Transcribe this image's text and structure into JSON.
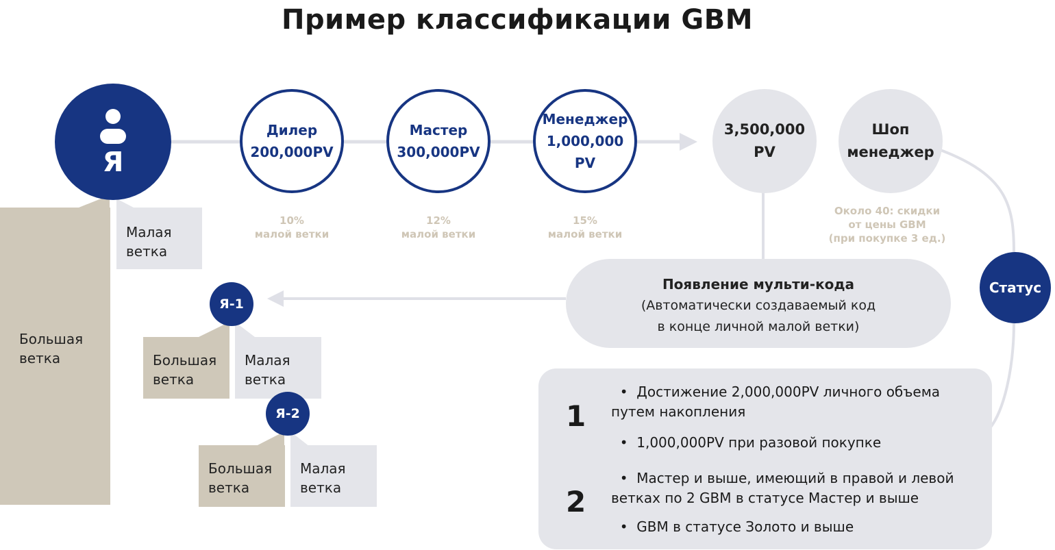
{
  "title": "Пример классификации GBM",
  "me": {
    "label": "Я",
    "icon": "person-icon"
  },
  "steps": [
    {
      "name": "Дилер",
      "pv": "200,000PV",
      "pct": "10%",
      "pct_note": "малой ветки"
    },
    {
      "name": "Мастер",
      "pv": "300,000PV",
      "pct": "12%",
      "pct_note": "малой ветки"
    },
    {
      "name": "Менеджер",
      "pv": "1,000,000",
      "pv2": "PV",
      "pct": "15%",
      "pct_note": "малой ветки"
    }
  ],
  "pv_goal": {
    "line1": "3,500,000",
    "line2": "PV"
  },
  "shop": {
    "line1": "Шоп",
    "line2": "менеджер",
    "note1": "Около 40: скидки",
    "note2": "от цены GBM",
    "note3": "(при покупке 3 ед.)"
  },
  "status_label": "Статус",
  "branches": {
    "big_l1": "Большая",
    "big_l2": "ветка",
    "small_l1": "Малая",
    "small_l2": "ветка"
  },
  "sub_nodes": [
    "Я-1",
    "Я-2"
  ],
  "multi_code": {
    "heading": "Появление мульти-кода",
    "line1": "(Автоматически создаваемый код",
    "line2": "в конце личной малой ветки)"
  },
  "conditions": [
    {
      "num": "1",
      "items": [
        {
          "a": "Достижение 2,000,000PV личного объема",
          "b": "путем накопления"
        },
        {
          "a": "1,000,000PV при разовой покупке",
          "b": ""
        }
      ]
    },
    {
      "num": "2",
      "items": [
        {
          "a": "Мастер и выше, имеющий в правой и левой",
          "b": "ветках по 2 GBM в статусе Мастер и выше"
        },
        {
          "a": "GBM в статусе Золото и выше",
          "b": ""
        }
      ]
    }
  ],
  "colors": {
    "navy": "#173582",
    "beige": "#cfc8b9",
    "light_gray": "#e4e5ea",
    "pct_text": "#cfc6b6"
  }
}
